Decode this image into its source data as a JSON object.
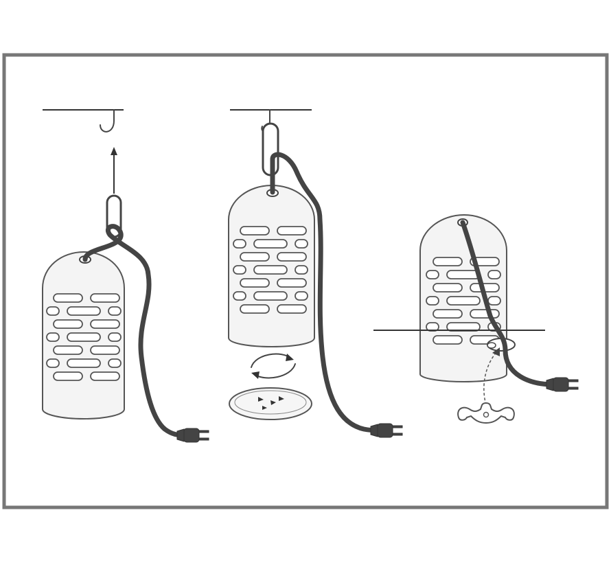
{
  "diagram": {
    "panels": [
      {
        "name": "hanging-step",
        "items": [
          "ceiling-line",
          "ceiling-hook",
          "up-arrow",
          "hanging-link",
          "zapper-body",
          "power-cord",
          "power-plug"
        ]
      },
      {
        "name": "hung-step",
        "items": [
          "ceiling-line",
          "ceiling-hook",
          "hanging-link",
          "zapper-body",
          "rotation-arrows",
          "collection-tray",
          "insects",
          "power-cord",
          "power-plug"
        ]
      },
      {
        "name": "stand-step",
        "items": [
          "horizontal-surface",
          "zapper-body",
          "cord-clip",
          "stand-bracket",
          "pointer-arrow",
          "power-cord",
          "power-plug"
        ]
      }
    ],
    "colors": {
      "frame": "#777777",
      "line": "#444444",
      "fill": "#f4f4f4"
    }
  }
}
